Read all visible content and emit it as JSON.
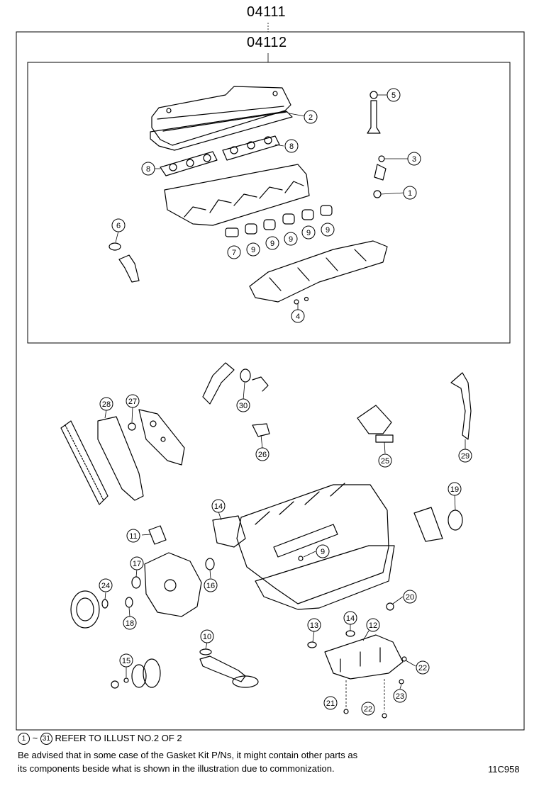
{
  "codes": {
    "outer": "04111",
    "inner": "04112"
  },
  "callouts": [
    {
      "n": "1"
    },
    {
      "n": "2"
    },
    {
      "n": "3"
    },
    {
      "n": "4"
    },
    {
      "n": "5"
    },
    {
      "n": "6"
    },
    {
      "n": "7"
    },
    {
      "n": "8"
    },
    {
      "n": "8"
    },
    {
      "n": "9"
    },
    {
      "n": "9"
    },
    {
      "n": "9"
    },
    {
      "n": "9"
    },
    {
      "n": "9"
    },
    {
      "n": "9"
    },
    {
      "n": "10"
    },
    {
      "n": "11"
    },
    {
      "n": "12"
    },
    {
      "n": "13"
    },
    {
      "n": "14"
    },
    {
      "n": "14"
    },
    {
      "n": "15"
    },
    {
      "n": "16"
    },
    {
      "n": "17"
    },
    {
      "n": "18"
    },
    {
      "n": "19"
    },
    {
      "n": "20"
    },
    {
      "n": "21"
    },
    {
      "n": "22"
    },
    {
      "n": "22"
    },
    {
      "n": "23"
    },
    {
      "n": "24"
    },
    {
      "n": "25"
    },
    {
      "n": "26"
    },
    {
      "n": "27"
    },
    {
      "n": "28"
    },
    {
      "n": "29"
    },
    {
      "n": "30"
    },
    {
      "n": "31"
    }
  ],
  "notes": {
    "ref_start": "1",
    "ref_tilde": "~",
    "ref_end": "31",
    "ref_text": "REFER TO ILLUST NO.2 OF 2",
    "line1": "Be advised that in some case of the Gasket Kit P/Ns,  it might contain other parts as",
    "line2": "its components beside what is shown in the illustration due to commonization.",
    "illustration_code": "11C958"
  }
}
